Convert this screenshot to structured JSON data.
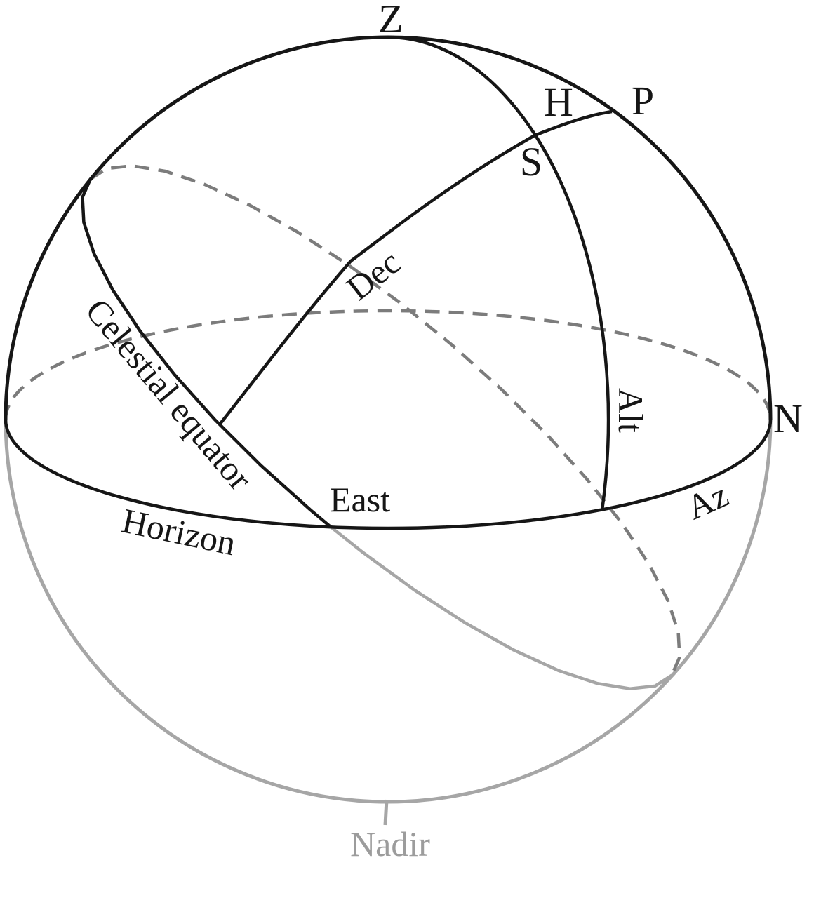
{
  "figure": {
    "type": "celestial-sphere-coordinate-diagram",
    "description": "Celestial sphere showing horizon and equatorial coordinate systems",
    "point_labels": {
      "zenith": "Z",
      "hour_angle": "H",
      "celestial_pole": "P",
      "star": "S",
      "north_point": "N"
    },
    "arc_labels": {
      "declination": "Dec",
      "altitude": "Alt",
      "azimuth": "Az",
      "east_point": "East",
      "horizon": "Horizon",
      "celestial_equator": "Celestial equator",
      "nadir": "Nadir"
    },
    "colors": {
      "ink": "#161616",
      "sphere_gray": "#a6a6a6",
      "dash_gray": "#7c7c7c",
      "nadir_gray": "#9c9c9c",
      "background": "#ffffff"
    }
  }
}
